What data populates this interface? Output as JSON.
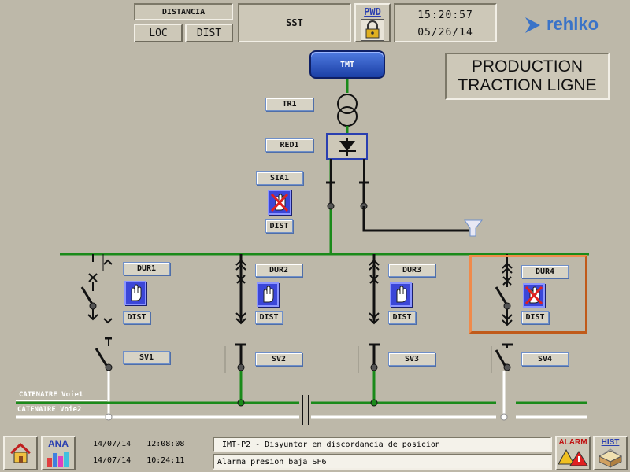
{
  "header": {
    "mode_title": "DISTANCIA",
    "loc_label": "LOC",
    "dist_label": "DIST",
    "station": "SST",
    "pwd_label": "PWD",
    "time": "15:20:57",
    "date": "05/26/14",
    "logo_text": "rehlko"
  },
  "title": {
    "line1": "PRODUCTION",
    "line2": "TRACTION LIGNE"
  },
  "diagram": {
    "tmt_label": "TMT",
    "tr1_label": "TR1",
    "red1_label": "RED1",
    "sia1_label": "SIA1",
    "sia1_mode": "DIST",
    "dur": [
      {
        "label": "DUR1",
        "mode": "DIST"
      },
      {
        "label": "DUR2",
        "mode": "DIST"
      },
      {
        "label": "DUR3",
        "mode": "DIST"
      },
      {
        "label": "DUR4",
        "mode": "DIST"
      }
    ],
    "sv": [
      {
        "label": "SV1"
      },
      {
        "label": "SV2"
      },
      {
        "label": "SV3"
      },
      {
        "label": "SV4"
      }
    ],
    "catenaire1": "CATENAIRE Voie1",
    "catenaire2": "CATENAIRE Voie2"
  },
  "footer": {
    "ana_label": "ANA",
    "alarm_label": "ALARM",
    "hist_label": "HIST",
    "events": [
      {
        "date": "14/07/14",
        "time": "12:08:08",
        "message": "IMT-P2 - Disyuntor en discordancia de posicion"
      },
      {
        "date": "14/07/14",
        "time": "10:24:11",
        "message": "Alarma presion baja SF6"
      }
    ]
  },
  "colors": {
    "background": "#bdb8a9",
    "busbar": "#1a8a1a",
    "catenaire": "#ffffff",
    "selection": "#f08a4a",
    "accent_blue": "#2a3fb0"
  }
}
